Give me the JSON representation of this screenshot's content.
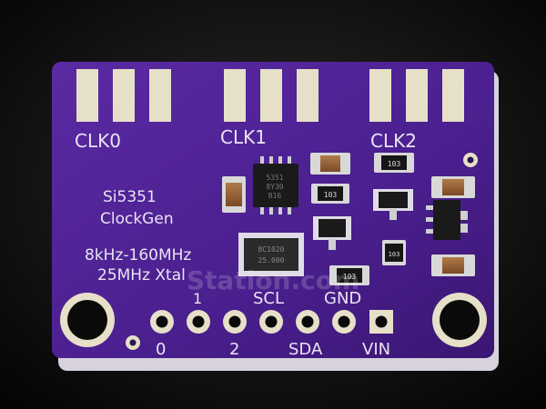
{
  "board": {
    "labels": {
      "clk0": "CLK0",
      "clk1": "CLK1",
      "clk2": "CLK2",
      "chip_line1": "Si5351",
      "chip_line2": "ClockGen",
      "freq_range": "8kHz-160MHz",
      "xtal": "25MHz Xtal",
      "pin_1": "1",
      "pin_scl": "SCL",
      "pin_gnd": "GND",
      "pin_0": "0",
      "pin_2": "2",
      "pin_sda": "SDA",
      "pin_vin": "VIN"
    },
    "chip_marking": [
      "5351",
      "8Y30",
      "B16"
    ],
    "crystal_marking": [
      "8C1020",
      "25.000"
    ],
    "resistor_codes": [
      "103",
      "103",
      "103",
      "103"
    ],
    "watermark": "Station.com"
  },
  "colors": {
    "background": "#0a0a0a",
    "pcb": "#4a1f8e",
    "silkscreen": "#e9e4f2",
    "gold": "#e6e0c8"
  }
}
